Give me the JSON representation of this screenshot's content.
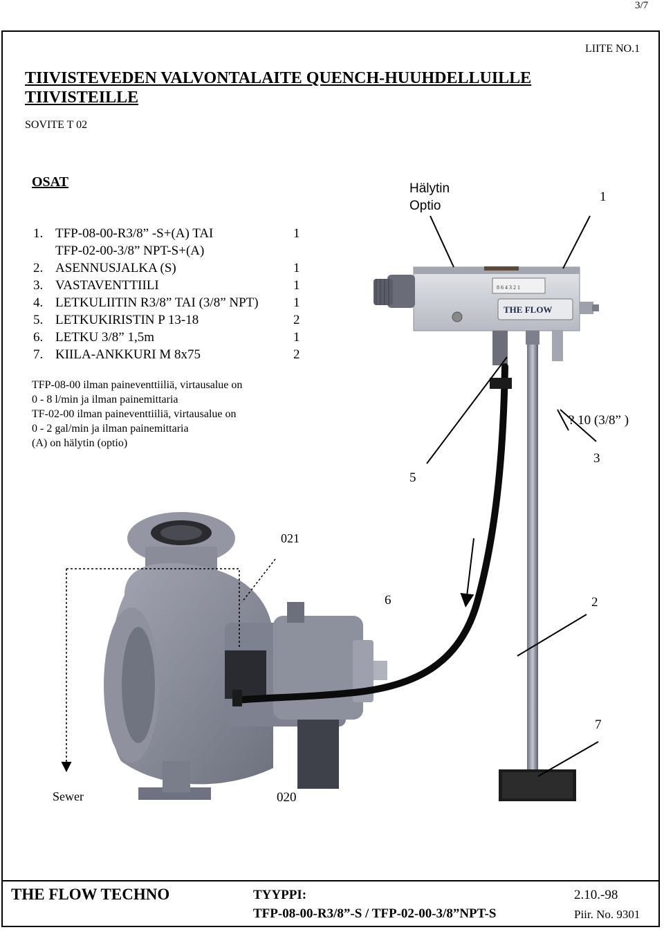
{
  "page_number": "3/7",
  "attachment": "LIITE NO.1",
  "title_line1": "TIIVISTEVEDEN VALVONTALAITE QUENCH-HUUHDELLUILLE",
  "title_line2": "TIIVISTEILLE",
  "subtitle": "SOVITE T 02",
  "parts_heading": "OSAT",
  "parts": [
    {
      "num": "1.",
      "name": "TFP-08-00-R3/8” -S+(A) TAI",
      "qty": "1"
    },
    {
      "num": "",
      "name": "TFP-02-00-3/8” NPT-S+(A)",
      "qty": ""
    },
    {
      "num": "2.",
      "name": "ASENNUSJALKA (S)",
      "qty": "1"
    },
    {
      "num": "3.",
      "name": "VASTAVENTTIILI",
      "qty": "1"
    },
    {
      "num": "4.",
      "name": "LETKULIITIN R3/8”  TAI (3/8” NPT)",
      "qty": "1"
    },
    {
      "num": "5.",
      "name": "LETKUKIRISTIN  P 13-18",
      "qty": "2"
    },
    {
      "num": "6.",
      "name": "LETKU 3/8”   1,5m",
      "qty": "1"
    },
    {
      "num": "7.",
      "name": "KIILA-ANKKURI  M 8x75",
      "qty": "2"
    }
  ],
  "notes": [
    "TFP-08-00 ilman paineventtiiliä, virtausalue on",
    "0 - 8 l/min ja ilman painemittaria",
    "TF-02-00 ilman paineventtiiliä, virtausalue on",
    "0 - 2 gal/min ja ilman painemittaria",
    "(A)  on hälytin (optio)"
  ],
  "callouts": {
    "alarm_line1": "Hälytin",
    "alarm_line2": "Optio",
    "c1": "1",
    "c10": "? 10 (3/8” )",
    "c3": "3",
    "c5": "5",
    "c021": "021",
    "c6": "6",
    "c2": "2",
    "c7": "7",
    "sewer": "Sewer",
    "c020": "020"
  },
  "device": {
    "brand": "THE FLOW",
    "gauge_scale": "8 6 4 3 2 1"
  },
  "footer": {
    "company": "THE FLOW TECHNO",
    "type_label": "TYYPPI:",
    "type_value": "TFP-08-00-R3/8”-S / TFP-02-00-3/8”NPT-S",
    "date": "2.10.-98",
    "drawing_no": "Piir. No. 9301"
  },
  "colors": {
    "pump_body": "#8a8d99",
    "pump_dark": "#5f6270",
    "device_body": "#c9ccd3",
    "hose": "#0b0b0b"
  }
}
